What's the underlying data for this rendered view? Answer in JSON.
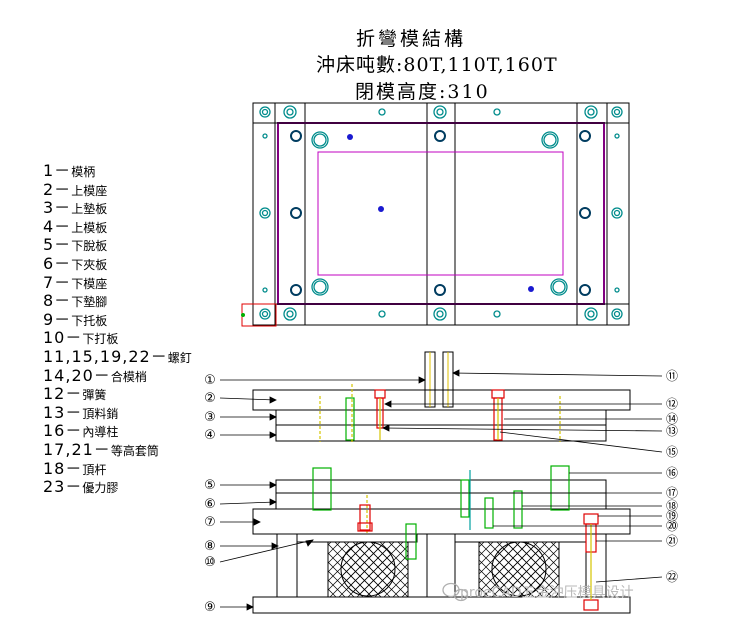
{
  "title": {
    "line1": "折彎模結構",
    "line2": "沖床吨數:80T,110T,160T",
    "line3": "閉模高度:310"
  },
  "legend": [
    {
      "num": "1－",
      "label": "模柄"
    },
    {
      "num": "2－",
      "label": "上模座"
    },
    {
      "num": "3－",
      "label": "上墊板"
    },
    {
      "num": "4－",
      "label": "上模板"
    },
    {
      "num": "5－",
      "label": "下脫板"
    },
    {
      "num": "6－",
      "label": "下夾板"
    },
    {
      "num": "7－",
      "label": "下模座"
    },
    {
      "num": "8－",
      "label": "下墊腳"
    },
    {
      "num": "9－",
      "label": "下托板"
    },
    {
      "num": "10－",
      "label": "下打板"
    },
    {
      "num": "11,15,19,22－",
      "label": "螺釘"
    },
    {
      "num": "14,20－",
      "label": "合模梢"
    },
    {
      "num": "12－",
      "label": "彈簧"
    },
    {
      "num": "13－",
      "label": "頂料銷"
    },
    {
      "num": "16－",
      "label": "內導柱"
    },
    {
      "num": "17,21－",
      "label": "等高套筒"
    },
    {
      "num": "18－",
      "label": "頂杆"
    },
    {
      "num": "23－",
      "label": "優力膠"
    }
  ],
  "callouts_left": [
    "①",
    "②",
    "③",
    "④",
    "⑤",
    "⑥",
    "⑦",
    "⑧",
    "⑩",
    "⑨"
  ],
  "callouts_right": [
    "⑪",
    "⑫",
    "⑭",
    "⑬",
    "⑮",
    "⑯",
    "⑰",
    "⑱",
    "⑲",
    "⑳",
    "㉑",
    "㉒"
  ],
  "watermark": "proeCAD五金沖压模具设计",
  "colors": {
    "plate": "#000000",
    "magenta": "#c000c0",
    "cyan": "#00a0a0",
    "red": "#e00000",
    "green": "#00b000",
    "yellow": "#d0c000",
    "blue": "#0000c0"
  }
}
